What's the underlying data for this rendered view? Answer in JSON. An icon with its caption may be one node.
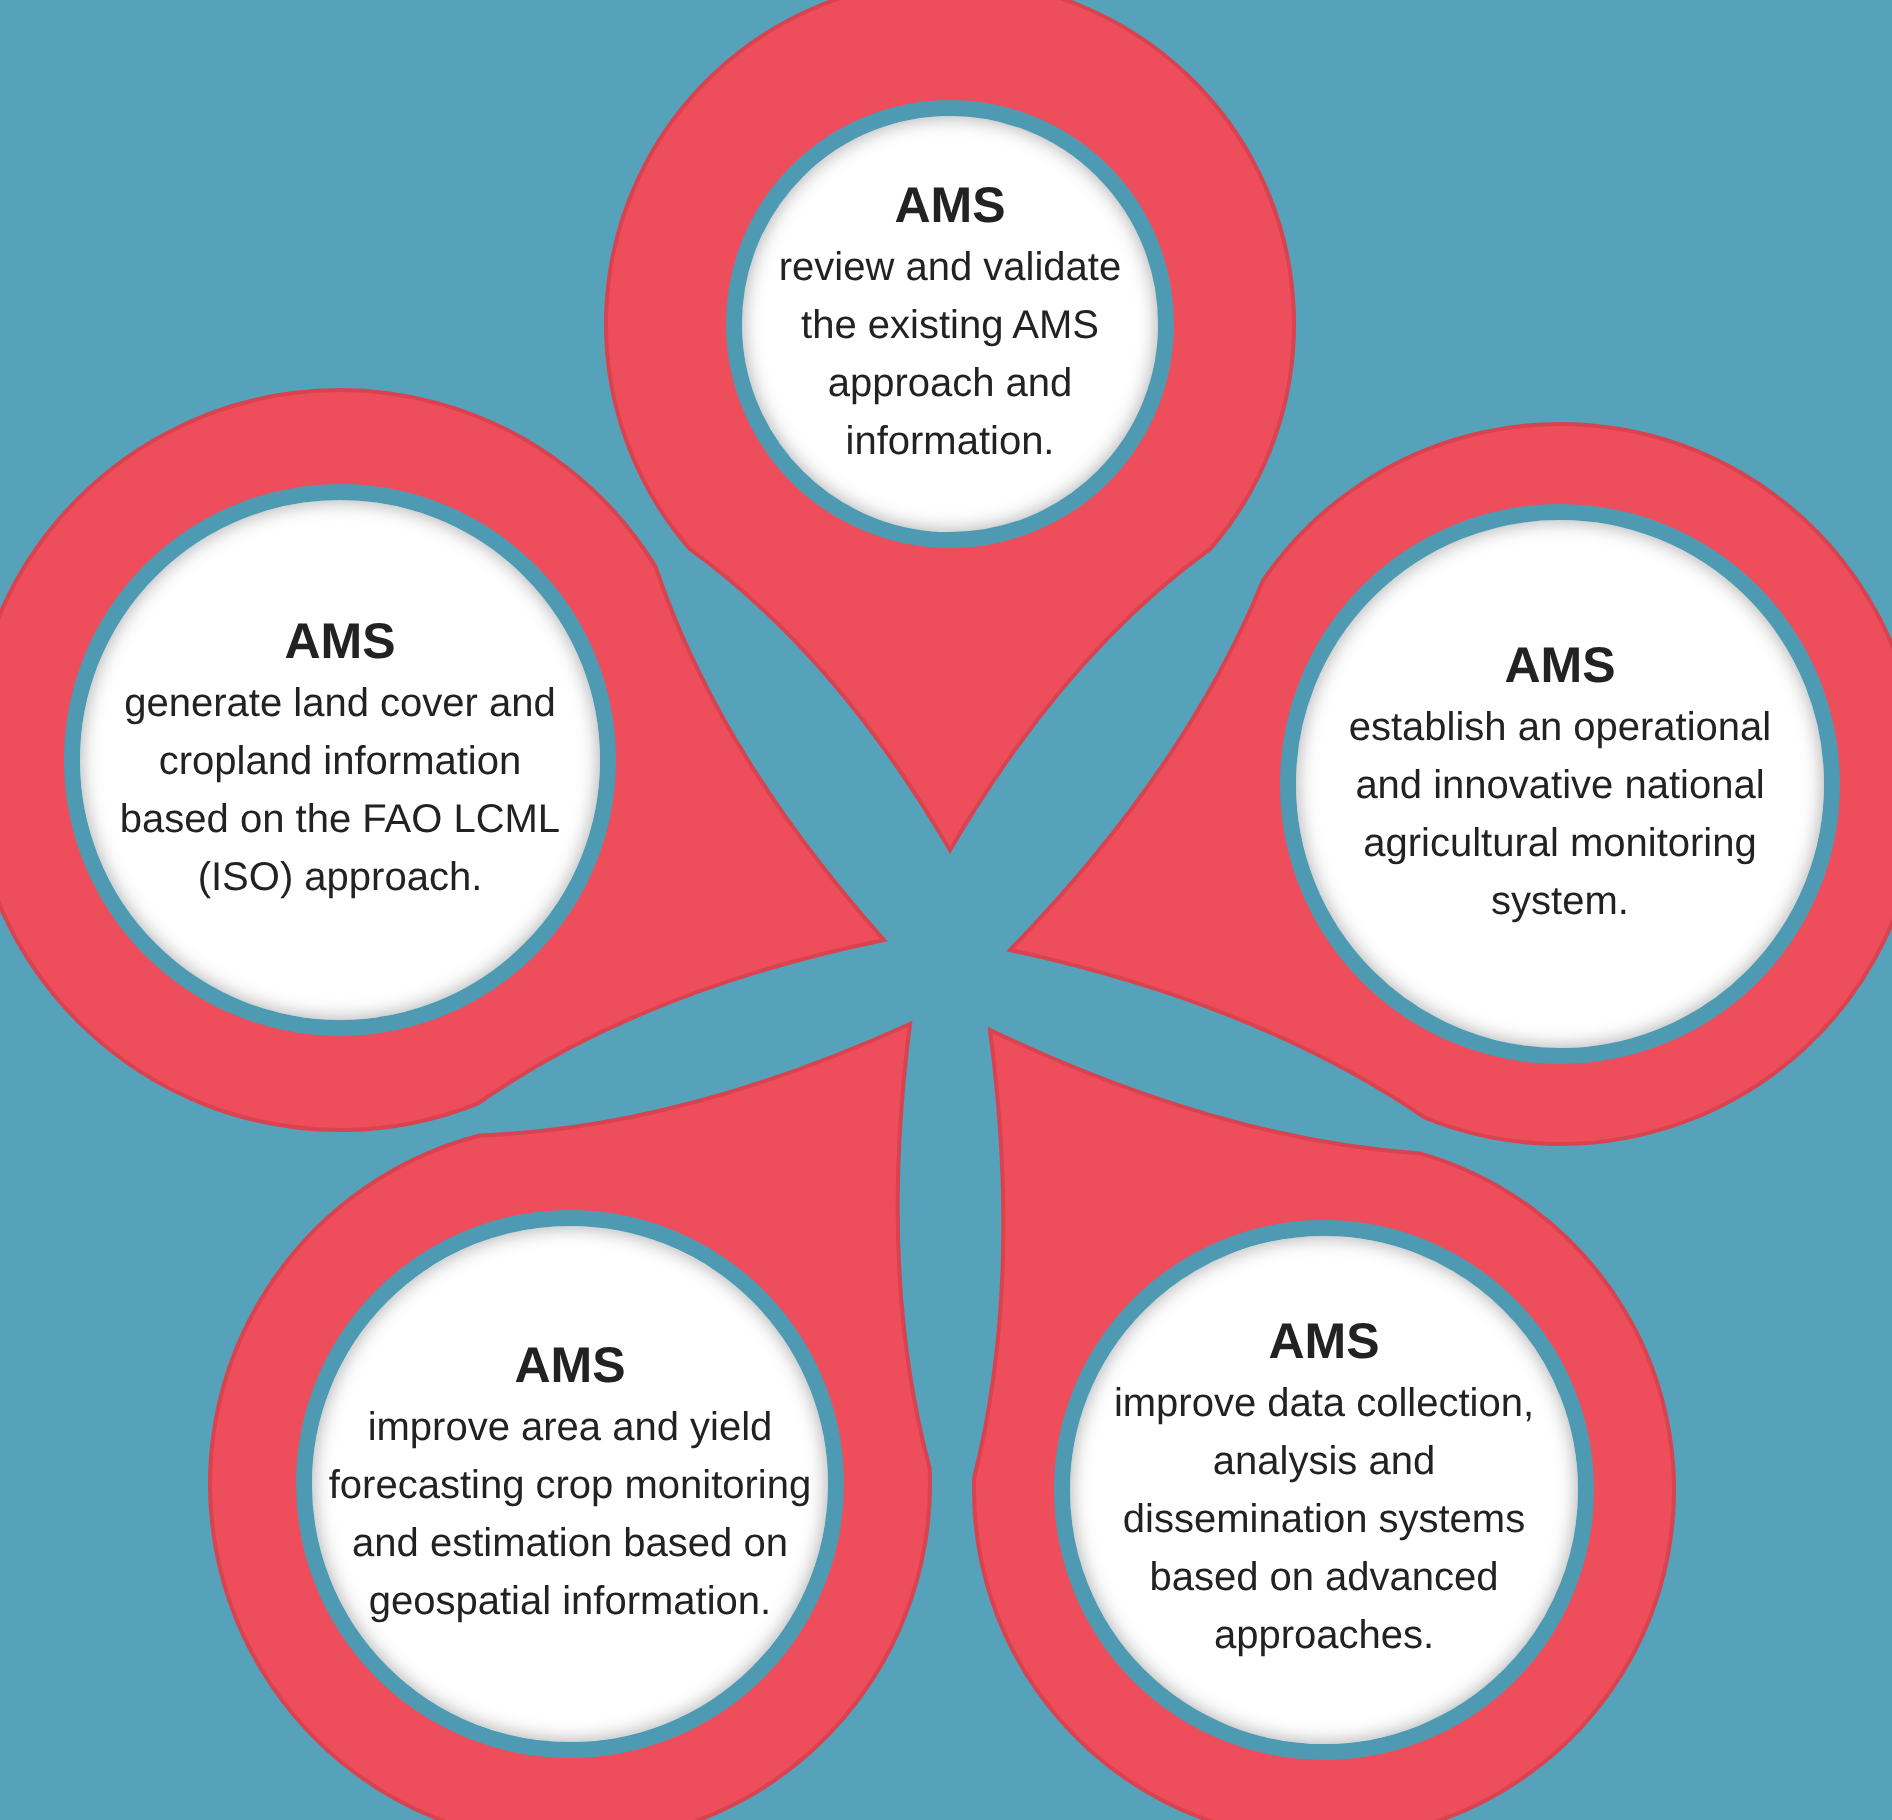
{
  "diagram": {
    "nodes": [
      {
        "text": [
          "AMS",
          "review and validate the existing AMS approach and information."
        ]
      },
      {
        "text": [
          "AMS",
          "generate land cover and cropland information based on the FAO LCML (ISO) approach."
        ]
      },
      {
        "text": [
          "AMS",
          "establish an operational and innovative national agricultural monitoring system."
        ]
      },
      {
        "text": [
          "AMS",
          "improve area and yield forecasting crop monitoring and estimation based on geospatial information."
        ]
      },
      {
        "text": [
          "AMS",
          "improve data collection, analysis and dissemination systems based on advanced approaches."
        ]
      }
    ]
  }
}
